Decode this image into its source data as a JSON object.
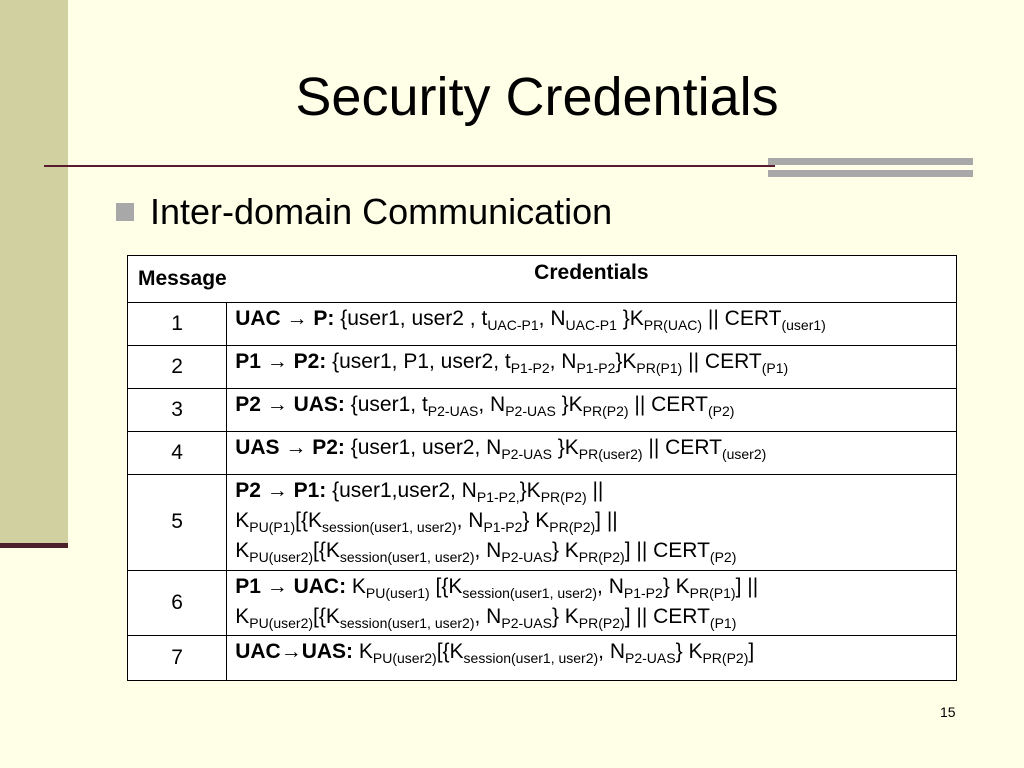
{
  "slide": {
    "title": "Security Credentials",
    "bullet": "Inter-domain Communication",
    "page_number": "15"
  },
  "table": {
    "headers": [
      "Message",
      "Credentials"
    ],
    "rows": [
      {
        "num": "1",
        "html": "<span class=\"bold\">UAC &#8594; P:</span> {user1, user2 , t<sub>UAC-P1</sub>, N<sub>UAC-P1</sub> }K<sub>PR(UAC)</sub> || CERT<sub>(user1)</sub>"
      },
      {
        "num": "2",
        "html": "<span class=\"bold\">P1 &#8594; P2:</span> {user1, P1, user2, t<sub>P1-P2</sub>, N<sub>P1-P2</sub>}K<sub>PR(P1)</sub> || CERT<sub>(P1)</sub>"
      },
      {
        "num": "3",
        "html": "<span class=\"bold\">P2 &#8594; UAS:</span> {user1, t<sub>P2-UAS</sub>, N<sub>P2-UAS</sub> }K<sub>PR(P2)</sub> || CERT<sub>(P2)</sub>"
      },
      {
        "num": "4",
        "html": "<span class=\"bold\">UAS &#8594; P2:</span> {user1, user2, N<sub>P2-UAS</sub> }K<sub>PR(user2)</sub> || CERT<sub>(user2)</sub>"
      },
      {
        "num": "5",
        "html": "<span class=\"bold\">P2 &#8594; P1:</span> {user1,user2, N<sub>P1-P2,</sub>}K<sub>PR(P2)</sub> ||<br>K<sub>PU(P1)</sub>[{K<sub>session(user1, user2)</sub>, N<sub>P1-P2</sub>} K<sub>PR(P2)</sub>] ||<br>K<sub>PU(user2)</sub>[{K<sub>session(user1, user2)</sub>, N<sub>P2-UAS</sub>} K<sub>PR(P2)</sub>] || CERT<sub>(P2)</sub>"
      },
      {
        "num": "6",
        "html": "<span class=\"bold\">P1 &#8594; UAC:</span> K<sub>PU(user1)</sub> [{K<sub>session(user1, user2)</sub>, N<sub>P1-P2</sub>} K<sub>PR(P1)</sub>] ||<br>K<sub>PU(user2)</sub>[{K<sub>session(user1, user2)</sub>, N<sub>P2-UAS</sub>} K<sub>PR(P2)</sub>] || CERT<sub>(P1)</sub>"
      },
      {
        "num": "7",
        "html": "<span class=\"bold\">UAC&#8594;UAS:</span> K<sub>PU(user2)</sub>[{K<sub>session(user1, user2)</sub>, N<sub>P2-UAS</sub>} K<sub>PR(P2)</sub>]"
      }
    ]
  }
}
